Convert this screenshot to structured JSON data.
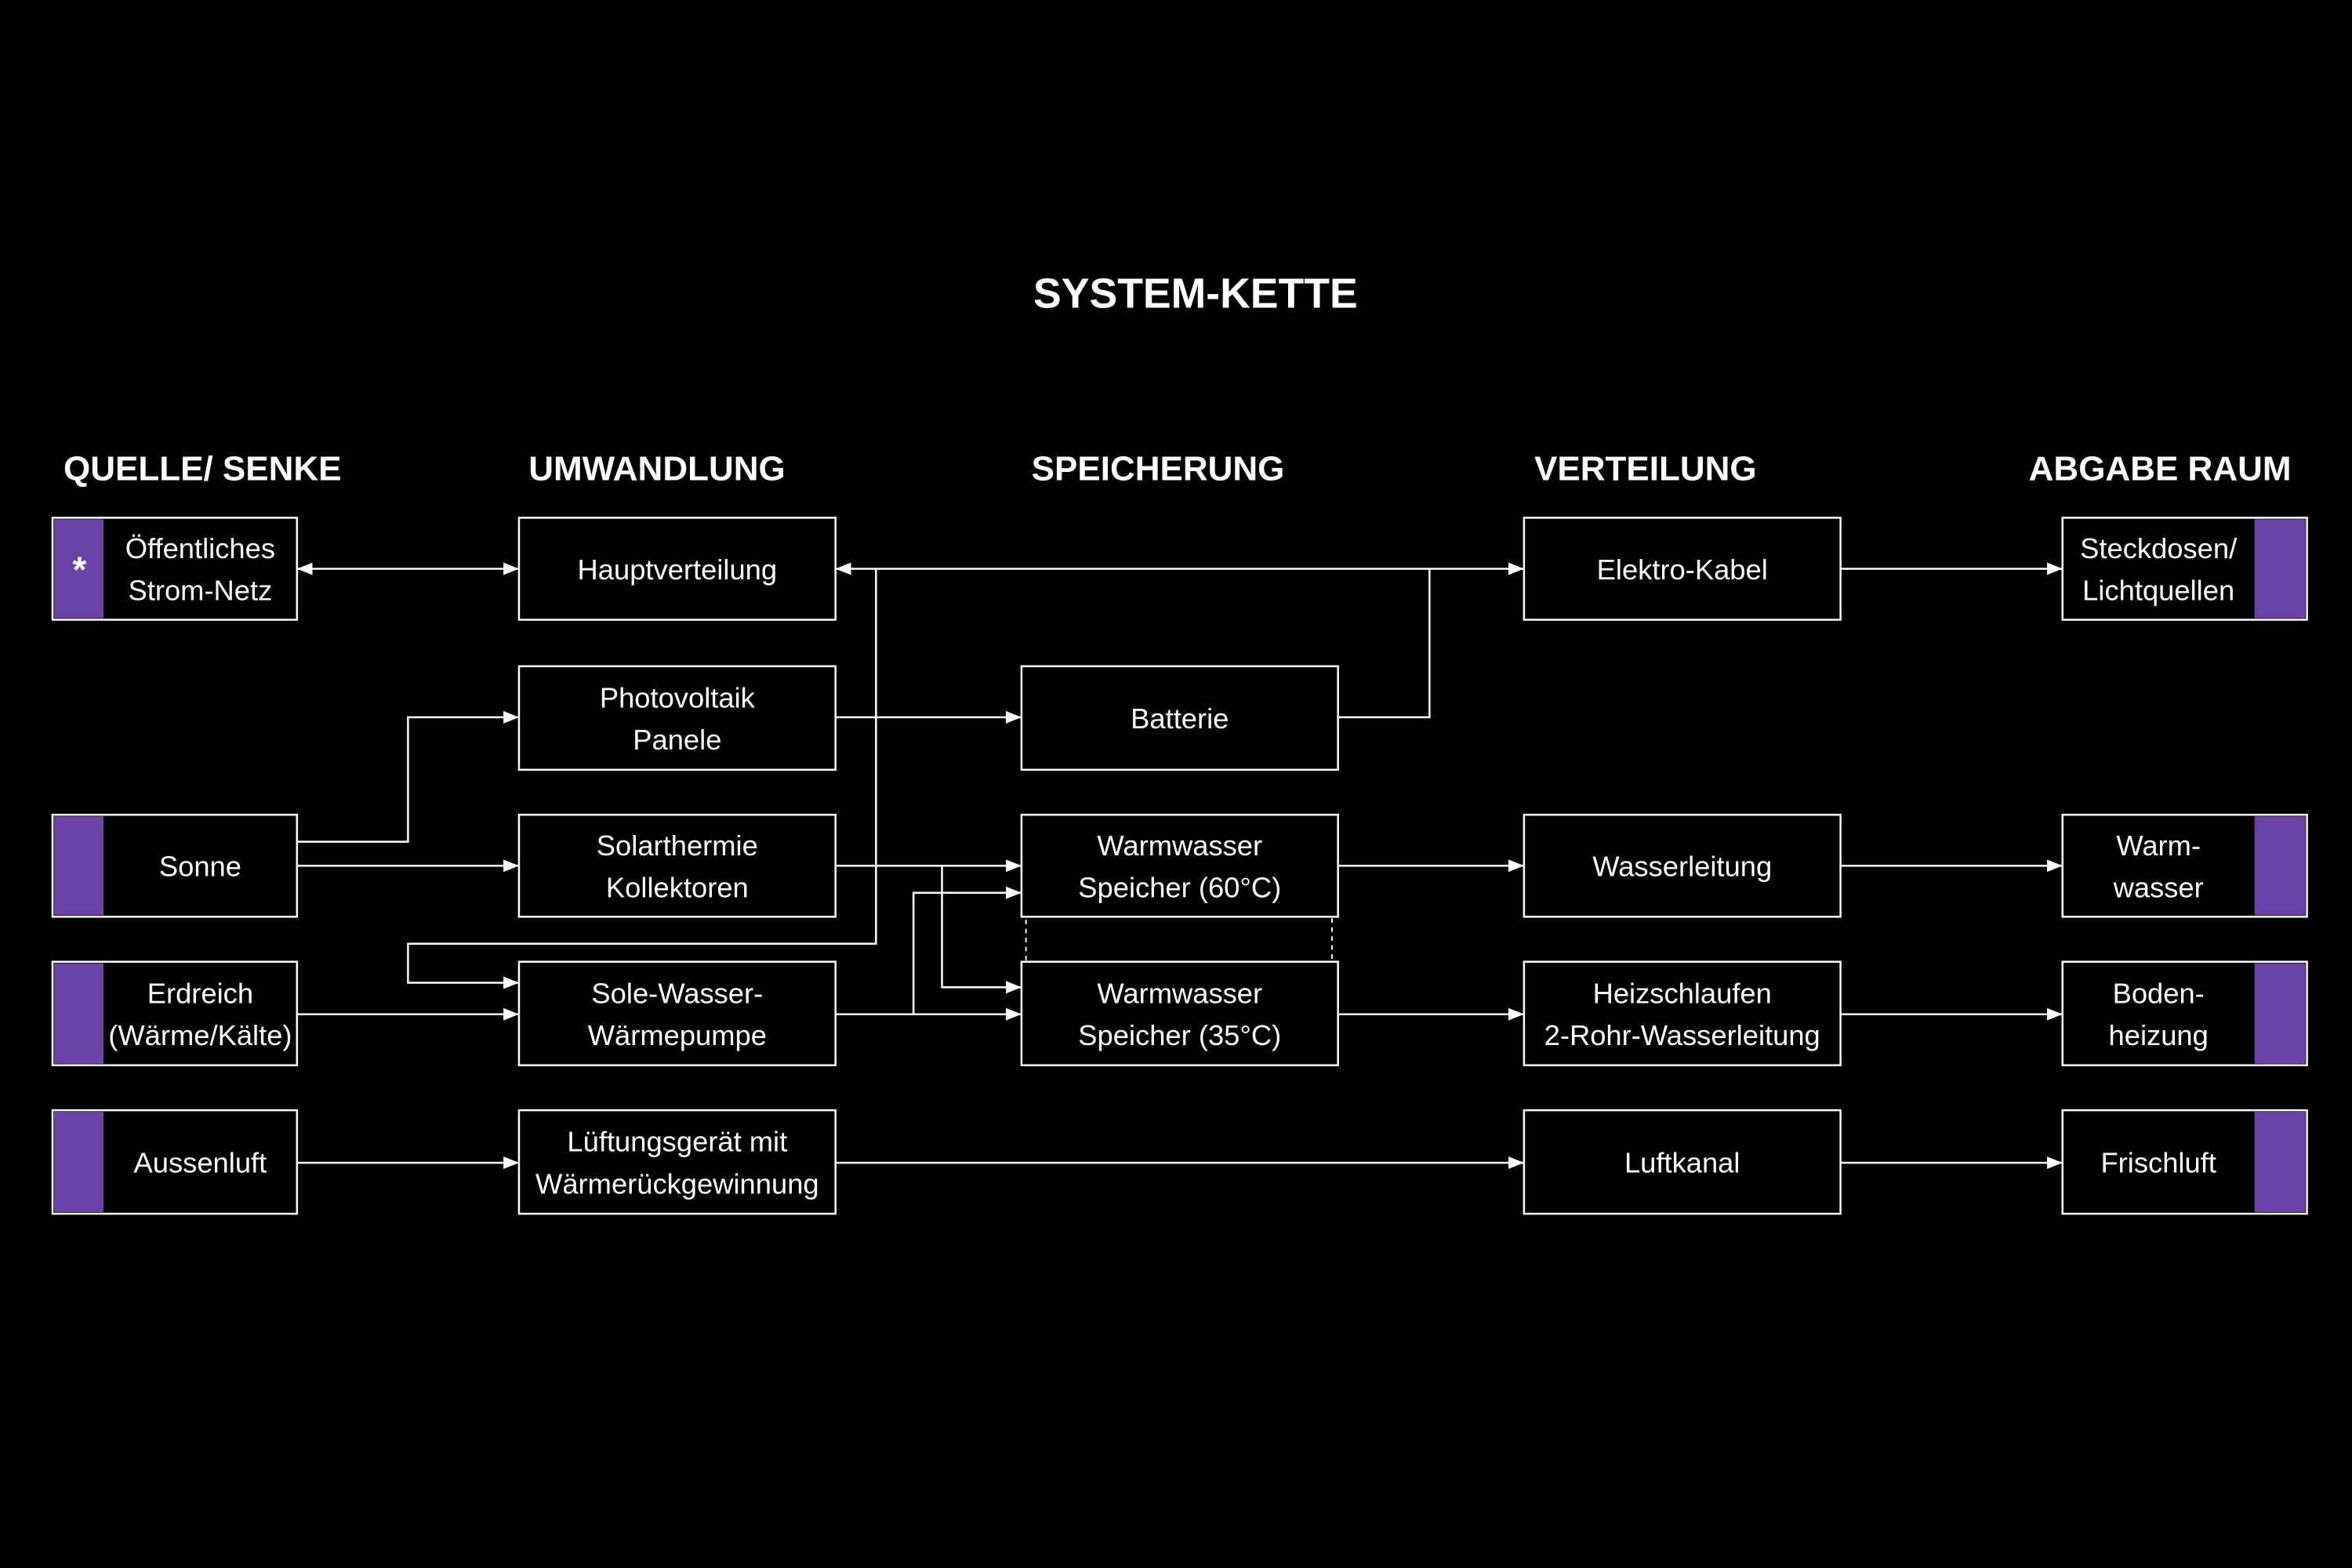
{
  "title": "SYSTEM-KETTE",
  "columns": [
    "QUELLE/ SENKE",
    "UMWANDLUNG",
    "SPEICHERUNG",
    "VERTEILUNG",
    "ABGABE RAUM"
  ],
  "accent_color": "#6a42a8",
  "nodes": {
    "netz": {
      "lines": [
        "Öffentliches",
        "Strom-Netz"
      ],
      "marker": "*"
    },
    "sonne": {
      "lines": [
        "Sonne"
      ]
    },
    "erdreich": {
      "lines": [
        "Erdreich",
        "(Wärme/Kälte)"
      ]
    },
    "aussenluft": {
      "lines": [
        "Aussenluft"
      ]
    },
    "haupt": {
      "lines": [
        "Hauptverteilung"
      ]
    },
    "pv": {
      "lines": [
        "Photovoltaik",
        "Panele"
      ]
    },
    "solar": {
      "lines": [
        "Solarthermie",
        "Kollektoren"
      ]
    },
    "sole": {
      "lines": [
        "Sole-Wasser-",
        "Wärmepumpe"
      ]
    },
    "lueftung": {
      "lines": [
        "Lüftungsgerät mit",
        "Wärmerückgewinnung"
      ]
    },
    "batterie": {
      "lines": [
        "Batterie"
      ]
    },
    "ww60": {
      "lines": [
        "Warmwasser",
        "Speicher (60°C)"
      ]
    },
    "ww35": {
      "lines": [
        "Warmwasser",
        "Speicher (35°C)"
      ]
    },
    "elektro": {
      "lines": [
        "Elektro-Kabel"
      ]
    },
    "wasserleitung": {
      "lines": [
        "Wasserleitung"
      ]
    },
    "heiz": {
      "lines": [
        "Heizschlaufen",
        "2-Rohr-Wasserleitung"
      ]
    },
    "luftkanal": {
      "lines": [
        "Luftkanal"
      ]
    },
    "steckdosen": {
      "lines": [
        "Steckdosen/",
        "Lichtquellen"
      ]
    },
    "warmwasser": {
      "lines": [
        "Warm-",
        "wasser"
      ]
    },
    "boden": {
      "lines": [
        "Boden-",
        "heizung"
      ]
    },
    "frischluft": {
      "lines": [
        "Frischluft"
      ]
    }
  }
}
